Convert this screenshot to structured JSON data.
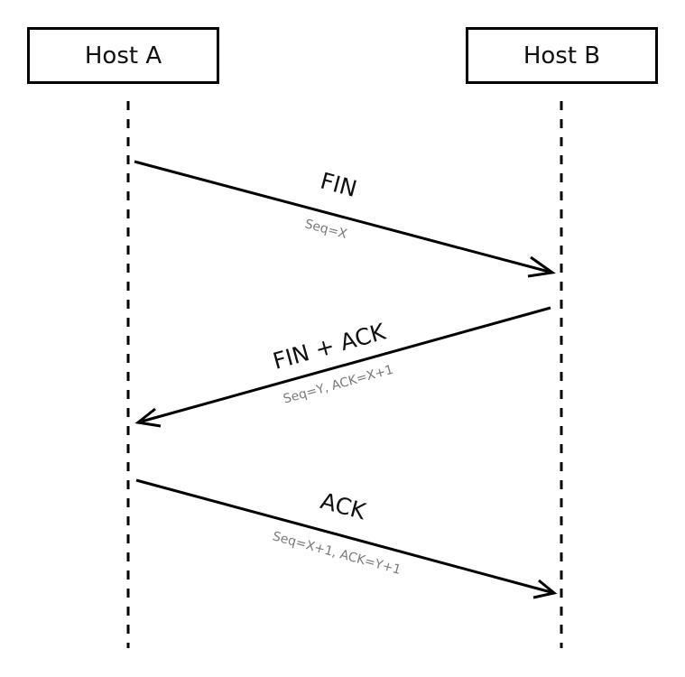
{
  "diagram": {
    "type": "sequence",
    "title": "",
    "participants": [
      {
        "id": "A",
        "label": "Host A"
      },
      {
        "id": "B",
        "label": "Host B"
      }
    ],
    "messages": [
      {
        "from": "A",
        "to": "B",
        "label": "FIN",
        "detail": "Seq=X"
      },
      {
        "from": "B",
        "to": "A",
        "label": "FIN + ACK",
        "detail": "Seq=Y, ACK=X+1"
      },
      {
        "from": "A",
        "to": "B",
        "label": "ACK",
        "detail": "Seq=X+1, ACK=Y+1"
      }
    ]
  },
  "colors": {
    "line": "#000000",
    "label": "#111111",
    "detail": "#7a7a7a"
  }
}
